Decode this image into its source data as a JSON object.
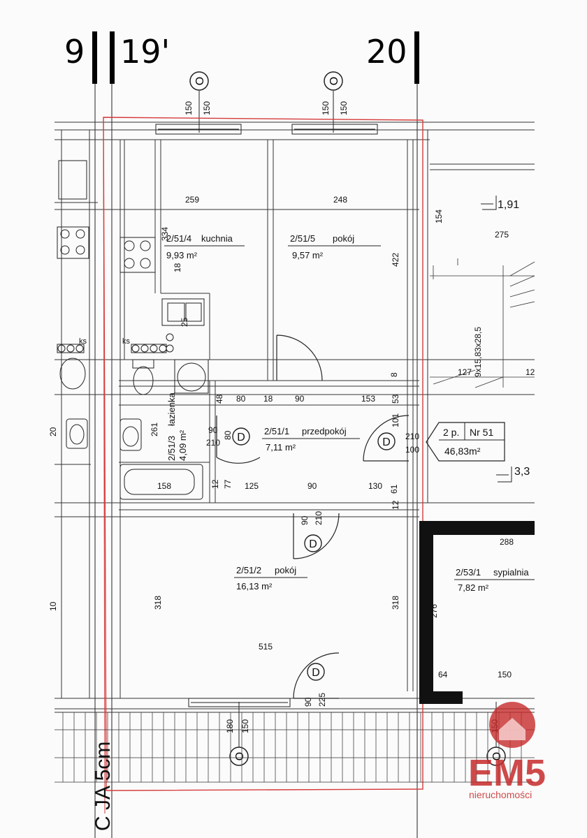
{
  "axes": {
    "a9": "9",
    "a19": "19'",
    "a20": "20"
  },
  "rooms": [
    {
      "id": "kitchen",
      "code": "2/51/4",
      "name": "kuchnia",
      "area": "9,93 m²"
    },
    {
      "id": "room1",
      "code": "2/51/5",
      "name": "pokój",
      "area": "9,57 m²"
    },
    {
      "id": "hall",
      "code": "2/51/1",
      "name": "przedpokój",
      "area": "7,11 m²"
    },
    {
      "id": "bath",
      "code": "2/51/3",
      "name": "łazienka",
      "area": "4,09 m²"
    },
    {
      "id": "room2",
      "code": "2/51/2",
      "name": "pokój",
      "area": "16,13 m²"
    },
    {
      "id": "bedroom",
      "code": "2/53/1",
      "name": "sypialnia",
      "area": "7,82 m²"
    }
  ],
  "apartment": {
    "floor": "2 p.",
    "number": "Nr 51",
    "area": "46,83m²"
  },
  "levels": {
    "l1": "1,91",
    "l2": "3,3"
  },
  "stairs_label": "9x15,83x28,5",
  "watermark": {
    "brand": "EM5",
    "sub": "nieruchomości"
  },
  "vertical_label": "C JA 5cm",
  "dims": {
    "d150a": "150",
    "d150b": "150",
    "d150c": "150",
    "d150d": "150",
    "d259": "259",
    "d248": "248",
    "d154": "154",
    "d275": "275",
    "d334": "334",
    "d422": "422",
    "d127": "127",
    "d12": "12",
    "d8": "8",
    "d48": "48",
    "d80a": "80",
    "d18": "18",
    "d90a": "90",
    "d153": "153",
    "d53": "53",
    "d261": "261",
    "d90b": "90",
    "d210a": "210",
    "d80b": "80",
    "d101": "101",
    "d210b": "210",
    "d100": "100",
    "d158": "158",
    "d12b": "12",
    "d77": "77",
    "d125": "125",
    "d90c": "90",
    "d130": "130",
    "d61": "61",
    "d12c": "12",
    "d90d": "90",
    "d210c": "210",
    "d288": "288",
    "d318a": "318",
    "d318b": "318",
    "d276": "276",
    "d515": "515",
    "d64": "64",
    "d150e": "150",
    "d90e": "90",
    "d225": "225",
    "d180": "180",
    "d150f": "150",
    "d150g": "150",
    "ks1": "ks",
    "ks2": "ks",
    "d20": "20",
    "d10": "10",
    "d18b": "18",
    "d25": "25"
  },
  "door_symbol": "D",
  "window_symbol": "O",
  "colors": {
    "line": "#1a1a1a",
    "red": "#d63a3a",
    "wall": "#111111",
    "logo": "#c72c2c"
  }
}
